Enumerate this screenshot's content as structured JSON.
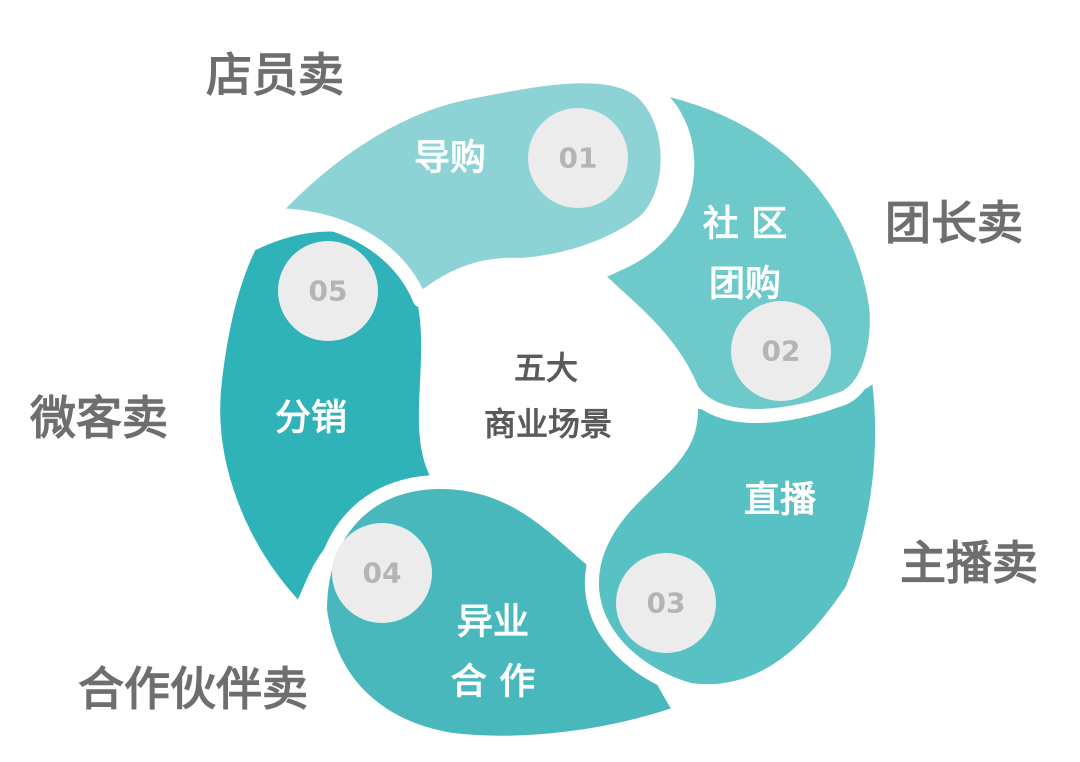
{
  "center": {
    "line1": "五大",
    "line2": "商业场景"
  },
  "segments": [
    {
      "number": "01",
      "inner_lines": [
        "导购"
      ],
      "outer_label": "店员卖",
      "color": "#8dd3d6"
    },
    {
      "number": "02",
      "inner_lines": [
        "社 区",
        "团购"
      ],
      "outer_label": "团长卖",
      "color": "#6ec9ca"
    },
    {
      "number": "03",
      "inner_lines": [
        "直播"
      ],
      "outer_label": "主播卖",
      "color": "#57c1c4"
    },
    {
      "number": "04",
      "inner_lines": [
        "异业",
        "合 作"
      ],
      "outer_label": "合作伙伴卖",
      "color": "#48b8bd"
    },
    {
      "number": "05",
      "inner_lines": [
        "分销"
      ],
      "outer_label": "微客卖",
      "color": "#2fb2b8"
    }
  ],
  "colors": {
    "badge_fill": "#ececec",
    "badge_text": "#b4b4b4",
    "outer_text": "#6e6e6e",
    "center_text": "#5a5a5a"
  }
}
